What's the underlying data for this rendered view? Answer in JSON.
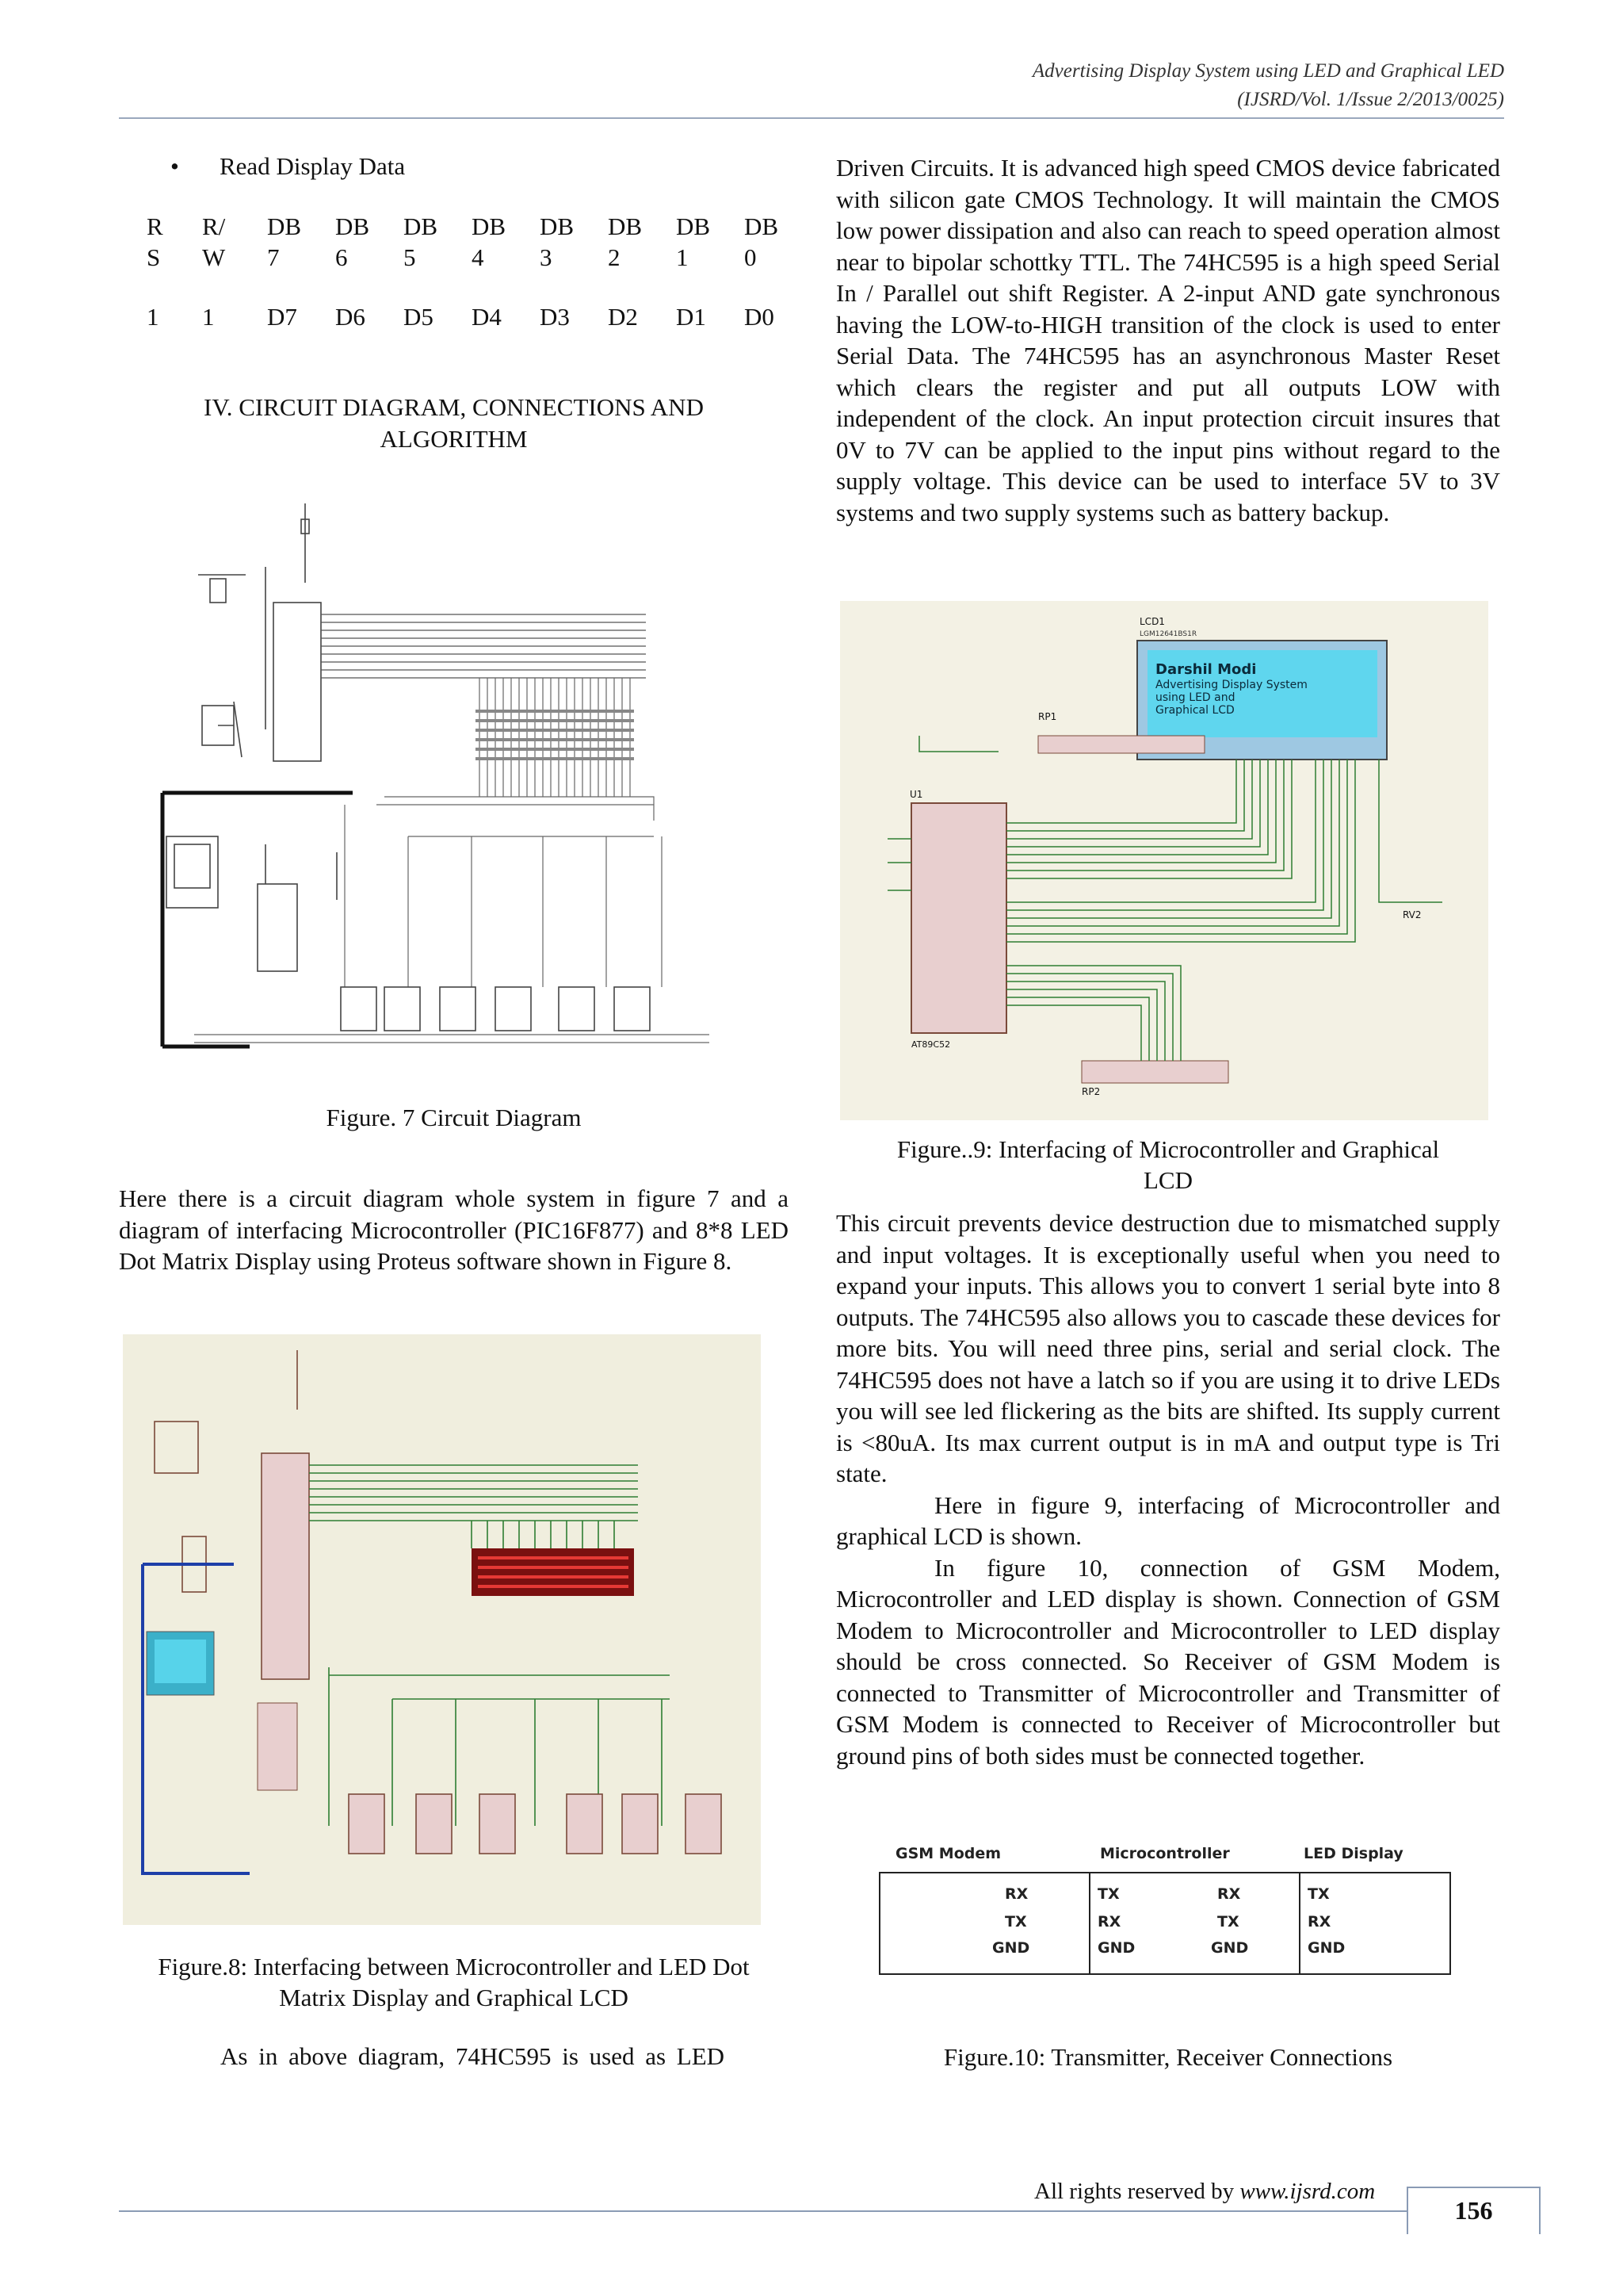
{
  "header": {
    "line1": "Advertising Display System using LED and Graphical LED",
    "line2": "(IJSRD/Vol. 1/Issue 2/2013/0025)"
  },
  "left": {
    "bullet": "Read Display Data",
    "table": {
      "head1": [
        "R",
        "R/",
        "DB",
        "DB",
        "DB",
        "DB",
        "DB",
        "DB",
        "DB",
        "DB"
      ],
      "head2": [
        "S",
        "W",
        "7",
        "6",
        "5",
        "4",
        "3",
        "2",
        "1",
        "0"
      ],
      "row": [
        "1",
        "1",
        "D7",
        "D6",
        "D5",
        "D4",
        "D3",
        "D2",
        "D1",
        "D0"
      ]
    },
    "section_heading_l1": "IV.   CIRCUIT DIAGRAM, CONNECTIONS AND",
    "section_heading_l2": "ALGORITHM",
    "fig7_caption": "Figure. 7 Circuit Diagram",
    "para1": "Here there is a circuit diagram whole system in figure 7 and a diagram of interfacing Microcontroller (PIC16F877) and 8*8 LED Dot Matrix Display using Proteus software shown in Figure 8.",
    "fig8_caption_l1": "Figure.8: Interfacing between Microcontroller and LED Dot",
    "fig8_caption_l2": "Matrix Display and Graphical LCD",
    "para2": "As in above diagram, 74HC595 is used as LED"
  },
  "right": {
    "para1": "Driven Circuits. It is advanced high speed CMOS device fabricated with silicon gate CMOS Technology. It will maintain the CMOS low power dissipation and also can reach to speed operation almost near to bipolar schottky TTL. The 74HC595 is a high speed Serial In / Parallel out shift Register. A 2-input AND gate synchronous having the LOW-to-HIGH transition of the clock is used to enter Serial Data. The 74HC595 has an asynchronous Master Reset which clears the register and put all outputs LOW with independent of the clock. An input protection circuit insures that 0V to 7V can be applied to the input pins without regard to the supply voltage. This device can be used to interface 5V to 3V systems and two supply systems such as battery backup.",
    "fig9": {
      "lcd_label": "LCD1",
      "lcd_sub": "LGM12641BS1R",
      "lcd_line1": "Darshil Modi",
      "lcd_line2": "Advertising Display System",
      "lcd_line3": "using LED and",
      "lcd_line4": "Graphical LCD",
      "rp1": "RP1",
      "rp2": "RP2",
      "u1": "U1",
      "chip": "AT89C52",
      "rv2": "RV2"
    },
    "fig9_caption_l1": "Figure..9: Interfacing of Microcontroller and Graphical",
    "fig9_caption_l2": "LCD",
    "para2": "This circuit prevents device destruction due to mismatched supply and input voltages.  It is exceptionally useful when you need to expand your inputs. This allows you to convert 1 serial byte into 8 outputs. The 74HC595 also allows you to cascade these devices for more bits. You will need three pins, serial and serial clock. The 74HC595 does not have a latch so if you are using it to drive LEDs you will see led flickering as the bits are shifted. Its supply current is <80uA. Its max current output is in mA and output type is Tri state.",
    "para3": "Here in figure 9, interfacing of Microcontroller and graphical LCD is shown.",
    "para4": "In figure 10, connection of GSM Modem, Microcontroller and LED display is shown. Connection of GSM Modem to Microcontroller and Microcontroller to LED display should be cross connected. So Receiver of GSM Modem is connected to Transmitter of Microcontroller and Transmitter of GSM Modem is connected to Receiver of Microcontroller but ground pins of both sides must be connected together.",
    "fig10": {
      "gsm_title": "GSM Modem",
      "mcu_title": "Microcontroller",
      "led_title": "LED Display",
      "gsm_pins": [
        "RX",
        "TX",
        "GND"
      ],
      "mcu_left_pins": [
        "TX",
        "RX",
        "GND"
      ],
      "mcu_right_pins": [
        "RX",
        "TX",
        "GND"
      ],
      "led_pins": [
        "TX",
        "RX",
        "GND"
      ]
    },
    "fig10_caption": "Figure.10: Transmitter, Receiver Connections"
  },
  "footer": {
    "text": "All rights reserved by ",
    "site": "www.ijsrd.com",
    "page": "156"
  }
}
